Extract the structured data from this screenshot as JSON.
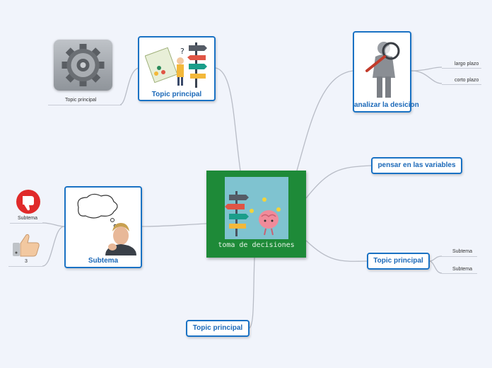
{
  "central": {
    "label": "toma de decisiones"
  },
  "topics": {
    "top": {
      "label": "Topic principal"
    },
    "analyze": {
      "label": "analizar la desicion"
    },
    "variables": {
      "label": "pensar en las variables"
    },
    "right": {
      "label": "Topic principal"
    },
    "bottom": {
      "label": "Topic principal"
    },
    "left": {
      "label": "Subtema"
    }
  },
  "subtopics": {
    "gear_caption": "Topic principal",
    "largo": "largo plazo",
    "corto": "corto plazo",
    "right_sub1": "Subtema",
    "right_sub2": "Subtema",
    "thumbs_down_caption": "Subtema",
    "thumbs_up_caption": "3"
  },
  "colors": {
    "background": "#f1f4fb",
    "central_fill": "#1e8a38",
    "topic_border": "#1a72c4",
    "connector": "#b8bcc6"
  },
  "icons": [
    "gear-icon",
    "signpost-icon",
    "magnifier-person-icon",
    "brain-signpost-icon",
    "thinking-person-icon",
    "thumbs-down-icon",
    "thumbs-up-icon"
  ]
}
